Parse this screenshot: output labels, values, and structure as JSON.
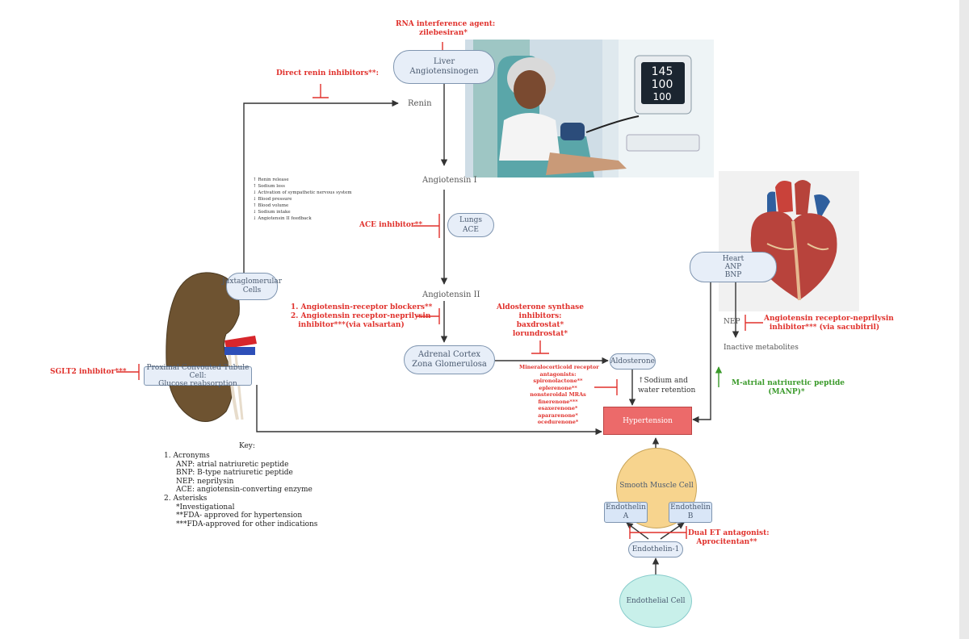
{
  "nodes": {
    "liver": [
      "Liver",
      "Angiotensinogen"
    ],
    "renin": "Renin",
    "angiotensin_1": "Angiotensin I",
    "lungs": [
      "Lungs",
      "ACE"
    ],
    "angiotensin_2": "Angiotensin II",
    "adrenal": [
      "Adrenal Cortex",
      "Zona Glomerulosa"
    ],
    "aldosterone": "Aldosterone",
    "sodium_retention": [
      "↑Sodium and",
      "water retention"
    ],
    "hypertension": "Hypertension",
    "smooth_muscle": "Smooth Muscle Cell",
    "endothelin_a": [
      "Endothelin",
      "A"
    ],
    "endothelin_b": [
      "Endothelin",
      "B"
    ],
    "endothelin_1": "Endothelin-1",
    "endothelial": "Endothelial Cell",
    "juxtaglomerular": [
      "Juxtaglomerular",
      "Cells"
    ],
    "proximal": [
      "Proximal Convouted Tubule Cell:",
      "Glucose reabsorption"
    ],
    "heart": [
      "Heart",
      "ANP",
      "BNP"
    ],
    "nep": "NEP",
    "inactive": "Inactive metabolites"
  },
  "feedback_list": [
    "↑ Renin release",
    "↑ Sodium loss",
    "↓ Activation of sympathetic nervous system",
    "↓ Blood pressure",
    "↑ Blood volume",
    "↓ Sodium intake",
    "↓ Angiotensin II feedback"
  ],
  "drugs": {
    "rna": [
      "RNA interference agent:",
      "zilebesiran*"
    ],
    "renin_inhib": "Direct renin inhibitors**:",
    "ace": "ACE inhibitor**",
    "arb": [
      "1. Angiotensin-receptor blockers**",
      "2. Angiotensin receptor-neprilysin",
      "inhibitor***(via valsartan)"
    ],
    "aldo_synthase": [
      "Aldosterone synthase",
      "inhibitors:",
      "baxdrostat*",
      "lorundrostat*"
    ],
    "mra": [
      "Mineralocorticoid receptor",
      "antagonists:",
      "spironolactone**",
      "eplerenone**",
      "nonsteroidal MRAs",
      "finerenone***",
      "esaxerenone*",
      "apararenone*",
      "ocedurenone*"
    ],
    "sglt2": "SGLT2 inhibitor***",
    "arni_sacubitril": [
      "Angiotensin receptor-neprilysin",
      "inhibitor*** (via sacubitril)"
    ],
    "manp": [
      "M-atrial natriuretic peptide",
      "(MANP)*"
    ],
    "dual_et": [
      "Dual ET antagonist:",
      "Aprocitentan**"
    ]
  },
  "key": {
    "title": "Key:",
    "lines": [
      "1. Acronyms",
      "ANP: atrial natriuretic peptide",
      "BNP: B-type natriuretic peptide",
      "NEP: neprilysin",
      "ACE: angiotensin-converting enzyme",
      "2. Asterisks",
      "*Investigational",
      "**FDA- approved for hypertension",
      "***FDA-approved for other indications"
    ]
  },
  "bp_monitor": [
    "145",
    "100",
    "100"
  ],
  "colors": {
    "red": "#e0312c",
    "green": "#3a9a2a",
    "node_fill": "#e7eef8",
    "hypertension": "#ec6a6a",
    "smooth_muscle": "#f7d48e",
    "endothelial": "#c8f0ea"
  }
}
